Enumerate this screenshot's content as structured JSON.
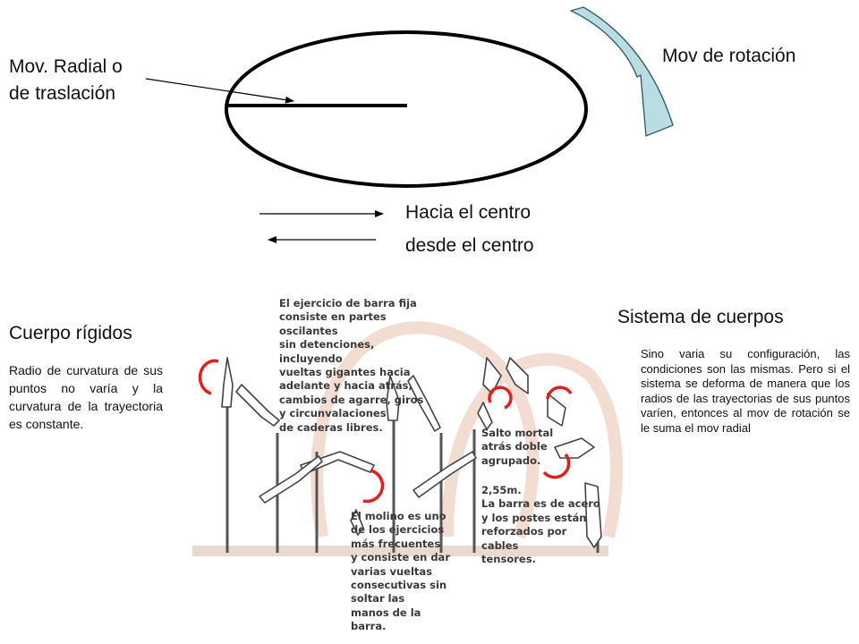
{
  "top": {
    "radial_label_line1": "Mov. Radial o",
    "radial_label_line2": "de traslación",
    "rotation_label": "Mov de rotación",
    "toward_center": "Hacia el centro",
    "from_center": "desde el centro"
  },
  "rigid": {
    "title": "Cuerpo rígidos",
    "body": "Radio de curvatura de sus puntos no varía y la curvatura de la trayectoria es constante."
  },
  "system": {
    "title": "Sistema de cuerpos",
    "body": "Sino varia su configuración, las condiciones son las mismas. Pero si el sistema se deforma de manera que los radios de las trayectorias de sus puntos varíen, entonces al mov de rotación se le suma el mov radial"
  },
  "figure": {
    "intro": "El ejercicio de barra fija\nconsiste en partes oscilantes\nsin detenciones, incluyendo\nvueltas gigantes hacia\nadelante y hacia atrás,\ncambios de agarre, giros\ny circunvalaciones\nde caderas libres.",
    "somersault": "Salto mortal\natrás doble\nagrupado.",
    "bar_facts": "2,55m.\nLa barra es de acero\ny los postes están\nreforzados por cables\ntensores.",
    "windmill": "El molino es uno\nde los ejercicios\nmás frecuentes\ny consiste en dar\nvarias  vueltas\nconsecutivas sin\nsoltar las\nmanos de la\nbarra."
  },
  "colors": {
    "rotation_arrow_fill": "#b8dde2",
    "rotation_arrow_stroke": "#3c6066",
    "figure_arrow": "#e0201e",
    "figure_bg_arc": "#f3dcd2",
    "floor": "#ead9d1"
  }
}
